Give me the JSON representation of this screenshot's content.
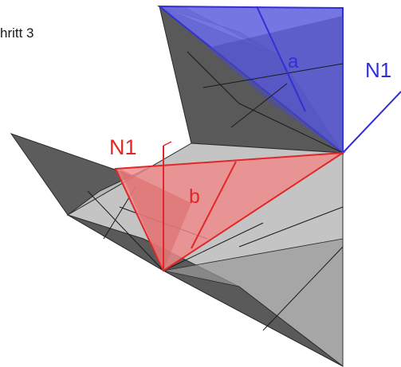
{
  "caption": "hritt 3",
  "labels": {
    "normal_blue": "N1",
    "normal_red": "N1",
    "edge_a": "a",
    "edge_b": "b"
  },
  "colors": {
    "blue": "#3030d8",
    "blue_fill": "#6a6ae0",
    "red": "#e02828",
    "red_fill": "#f08a8a",
    "dark_gray": "#5a5a5a",
    "light_gray": "#c4c4c4",
    "fold_line": "#222222"
  }
}
